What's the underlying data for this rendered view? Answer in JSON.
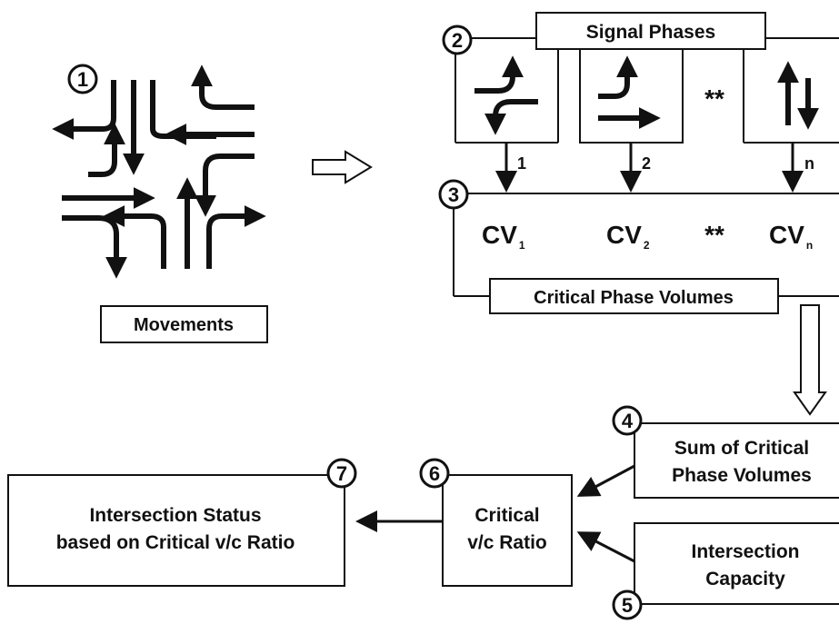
{
  "colors": {
    "ink": "#111111",
    "background": "#ffffff"
  },
  "steps": {
    "s1": "1",
    "s2": "2",
    "s3": "3",
    "s4": "4",
    "s5": "5",
    "s6": "6",
    "s7": "7"
  },
  "labels": {
    "movements": "Movements",
    "signal_phases": "Signal Phases",
    "critical_phase_volumes": "Critical Phase Volumes",
    "sum_line1": "Sum of Critical",
    "sum_line2": "Phase Volumes",
    "capacity_line1": "Intersection",
    "capacity_line2": "Capacity",
    "ratio_line1": "Critical",
    "ratio_line2": "v/c Ratio",
    "status_line1": "Intersection Status",
    "status_line2": "based on Critical v/c Ratio"
  },
  "phases": {
    "p1": "1",
    "p2": "2",
    "pn": "n",
    "ellipsis": "**"
  },
  "critical_volumes": {
    "cv": "CV",
    "sub1": "1",
    "sub2": "2",
    "subn": "n",
    "ellipsis": "**"
  }
}
